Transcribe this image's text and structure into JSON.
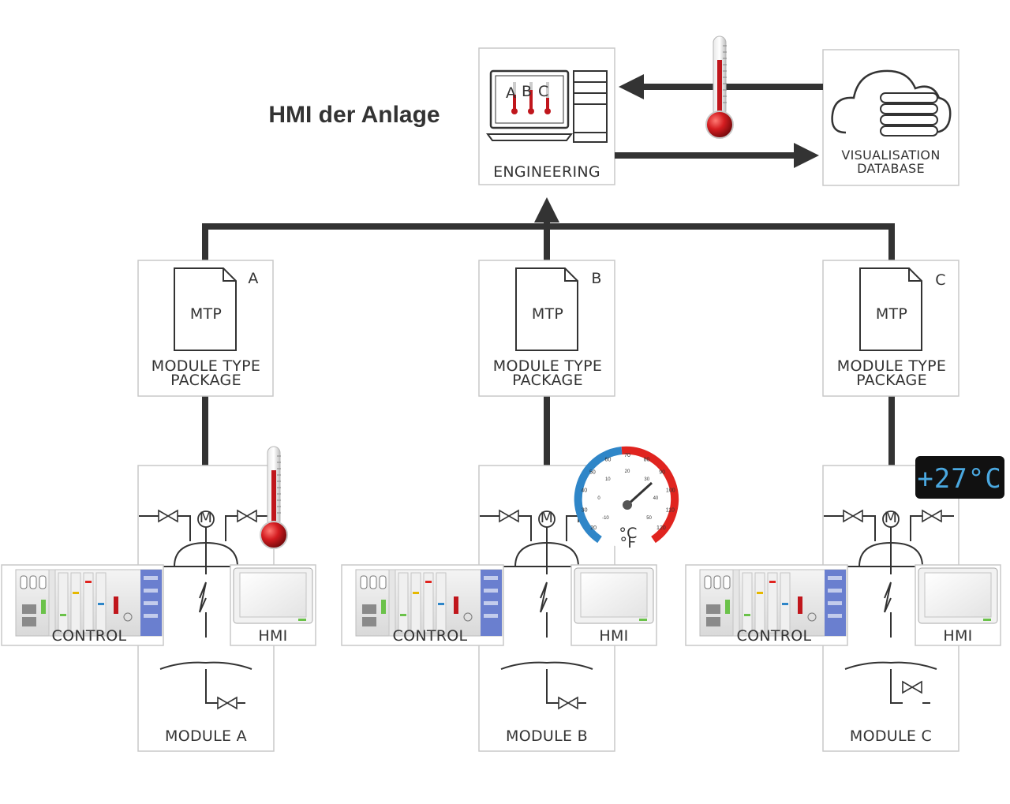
{
  "title": "HMI der Anlage",
  "engineering": {
    "label": "ENGINEERING",
    "tiles": [
      "A",
      "B",
      "C"
    ]
  },
  "database": {
    "line1": "VISUALISATION",
    "line2": "DATABASE"
  },
  "mtp_boxes": [
    {
      "letter": "A",
      "mtp": "MTP",
      "line1": "MODULE TYPE",
      "line2": "PACKAGE"
    },
    {
      "letter": "B",
      "mtp": "MTP",
      "line1": "MODULE TYPE",
      "line2": "PACKAGE"
    },
    {
      "letter": "C",
      "mtp": "MTP",
      "line1": "MODULE TYPE",
      "line2": "PACKAGE"
    }
  ],
  "modules": [
    {
      "name": "MODULE A",
      "control": "CONTROL",
      "hmi": "HMI",
      "motor": "M",
      "indicator": "thermometer-icon"
    },
    {
      "name": "MODULE B",
      "control": "CONTROL",
      "hmi": "HMI",
      "motor": "M",
      "indicator": "dial-thermometer-icon"
    },
    {
      "name": "MODULE C",
      "control": "CONTROL",
      "hmi": "HMI",
      "motor": "M",
      "indicator": "digital-display-icon",
      "display": "+27°C"
    }
  ],
  "gauge": {
    "celsius_unit": "°C",
    "fahrenheit_unit": "°F",
    "outer_ticks": [
      "20",
      "30",
      "40",
      "50",
      "60",
      "70",
      "80",
      "90",
      "100",
      "110",
      "120"
    ],
    "inner_ticks": [
      "-10",
      "0",
      "10",
      "20",
      "30",
      "40",
      "50"
    ]
  },
  "colors": {
    "lines": "#333333",
    "box_border": "#c9c9c9",
    "mercury": "#c0161c",
    "gauge_cold": "#2f86c8",
    "gauge_hot": "#e0241f",
    "digital_text": "#4aa8e0",
    "digital_bg": "#111111",
    "io_module": "#6a7fcf"
  }
}
